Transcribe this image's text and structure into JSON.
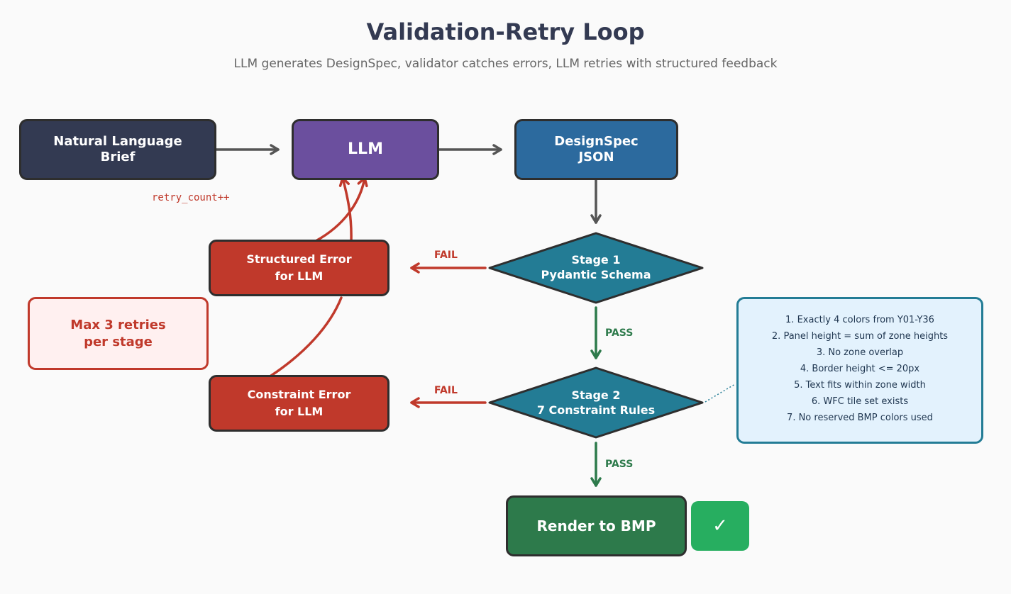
{
  "title": "Validation-Retry Loop",
  "subtitle": "LLM generates DesignSpec, validator catches errors, LLM retries with structured feedback",
  "nodes": {
    "brief": "Natural Language\nBrief",
    "llm": "LLM",
    "designspec": "DesignSpec\nJSON",
    "stage1": "Stage 1\nPydantic Schema",
    "stage2": "Stage 2\n7 Constraint Rules",
    "structured_error": "Structured Error\nfor LLM",
    "constraint_error": "Constraint Error\nfor LLM",
    "render": "Render to BMP"
  },
  "labels": {
    "fail": "FAIL",
    "pass": "PASS",
    "retry_counter": "retry_count++",
    "max_retries": "Max 3 retries\nper stage",
    "check_icon": "✓"
  },
  "constraint_rules": [
    "1. Exactly 4 colors from Y01-Y36",
    "2. Panel height = sum of zone heights",
    "3. No zone overlap",
    "4. Border height <= 20px",
    "5. Text fits within zone width",
    "6. WFC tile set exists",
    "7. No reserved BMP colors used"
  ],
  "colors": {
    "navy": "#333a52",
    "purple": "#6b4f9e",
    "blue": "#2c6a9e",
    "teal": "#237c95",
    "red": "#c0392b",
    "green": "#2d7a4b",
    "check": "#27ae60",
    "arrow": "#555555"
  }
}
